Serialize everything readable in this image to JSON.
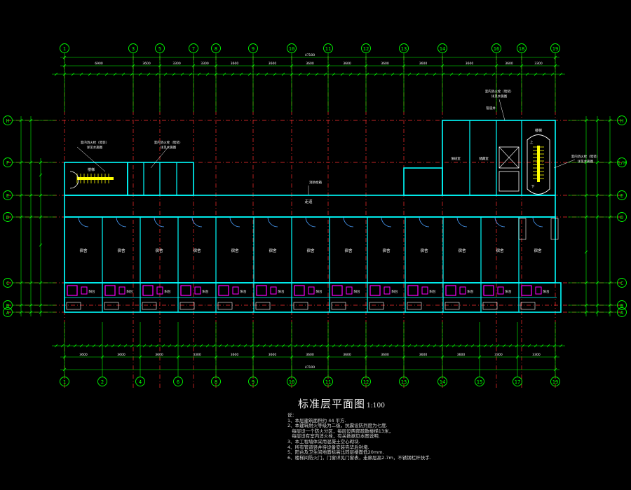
{
  "drawing": {
    "title": "标准层平面图",
    "scale": "1:100",
    "notes_title": "说：",
    "notes": [
      "1、本层建筑面积约 44 平方.",
      "2、本建筑耐火等级为二级，抗震设防烈度为七度.",
      "   每层设一个防火分区，每层设两部疏散楼梯13米，",
      "   每层设有室内消火栓，有关数据见本图说明.",
      "3、本工程墙体采用混凝土空心砌块.",
      "4、所有管道竖井待设备安装完毕后封堵.",
      "5、阳台及卫生间地面标高比同层楼面低20mm.",
      "6、楼梯间防火门，门窗详见门窗表，走廊层高2.7m，不锈钢栏杆扶手."
    ],
    "line_colors": {
      "axis": "#00ff00",
      "grid": "#ff3030",
      "wall": "#00ffff",
      "door": "#4aa0ff",
      "fixture": "#ff00ff",
      "text": "#ffffff",
      "annotation": "#ffff00"
    }
  },
  "axes": {
    "top": [
      "1",
      "3",
      "5",
      "7",
      "8",
      "9",
      "10",
      "11",
      "12",
      "13",
      "14",
      "16",
      "18",
      "19"
    ],
    "bottom": [
      "1",
      "2",
      "4",
      "6",
      "8",
      "9",
      "10",
      "11",
      "12",
      "13",
      "14",
      "15",
      "17",
      "19"
    ],
    "left": [
      "H",
      "F",
      "E",
      "D",
      "C",
      "B",
      "A"
    ],
    "right": [
      "H",
      "1/H",
      "E",
      "D",
      "C",
      "B",
      "A"
    ]
  },
  "dimensions": {
    "overall_top": "47100",
    "overall_bottom": "47100",
    "top_row": [
      "6900",
      "3600",
      "3300",
      "3300",
      "3600",
      "3600",
      "3600",
      "3600",
      "3600",
      "3600",
      "3600",
      "3600",
      "3300"
    ],
    "bottom_row": [
      "3600",
      "3600",
      "3600",
      "3300",
      "3600",
      "3600",
      "3600",
      "3600",
      "3600",
      "3600",
      "3600",
      "3300",
      "3300"
    ]
  },
  "rooms": {
    "bedroom_label": "宿舍",
    "balcony_label": "阳台",
    "stair_label": "楼梯",
    "corridor_label": "走道",
    "up_label": "上",
    "down_label": "下",
    "duty_room": "值班室",
    "storage": "储藏室"
  },
  "annotations": {
    "fire_hydrant": "室内消火栓（暗装）",
    "fire_hydrant_sub": "详见水施图",
    "pipe_shaft": "管道井",
    "corridor_note": "消防栓箱"
  }
}
